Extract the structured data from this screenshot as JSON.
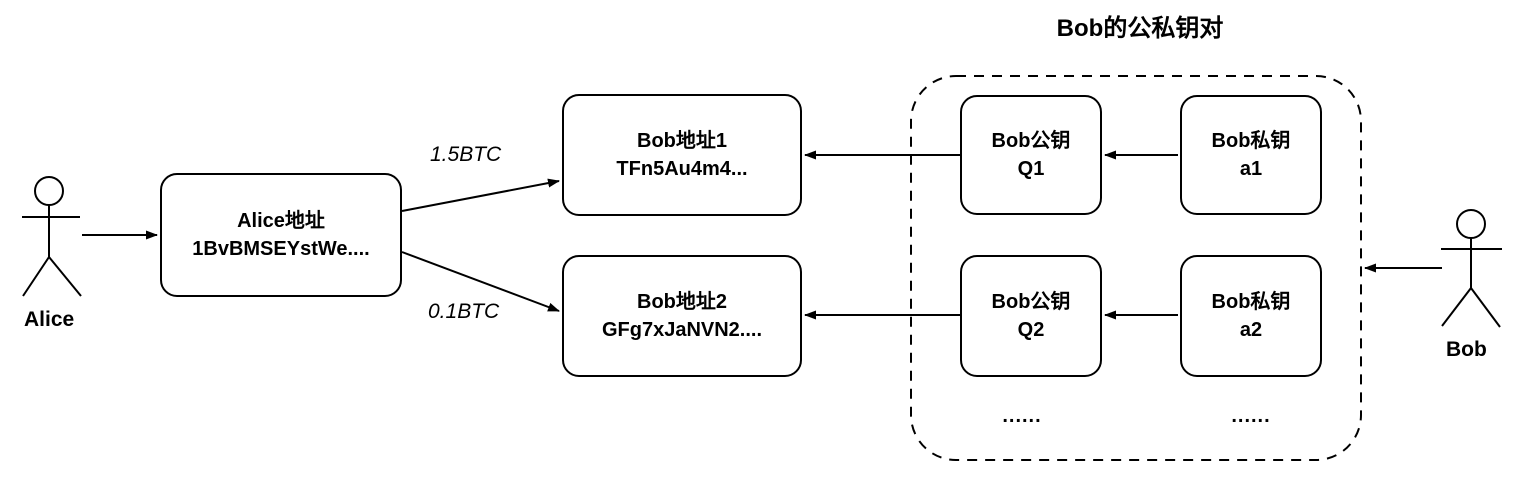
{
  "title": "Bob的公私钥对",
  "actors": {
    "alice": "Alice",
    "bob": "Bob"
  },
  "nodes": {
    "alice_address": {
      "line1": "Alice地址",
      "line2": "1BvBMSEYstWe...."
    },
    "bob_address_1": {
      "line1": "Bob地址1",
      "line2": "TFn5Au4m4..."
    },
    "bob_address_2": {
      "line1": "Bob地址2",
      "line2": "GFg7xJaNVN2...."
    },
    "bob_pubkey_1": {
      "line1": "Bob公钥",
      "line2": "Q1"
    },
    "bob_privkey_1": {
      "line1": "Bob私钥",
      "line2": "a1"
    },
    "bob_pubkey_2": {
      "line1": "Bob公钥",
      "line2": "Q2"
    },
    "bob_privkey_2": {
      "line1": "Bob私钥",
      "line2": "a2"
    }
  },
  "edge_labels": {
    "tx_to_address1": "1.5BTC",
    "tx_to_address2": "0.1BTC"
  },
  "ellipsis": {
    "pubkeys": "......",
    "privkeys": "......"
  },
  "colors": {
    "stroke": "#000000",
    "background": "#ffffff",
    "text": "#000000"
  }
}
